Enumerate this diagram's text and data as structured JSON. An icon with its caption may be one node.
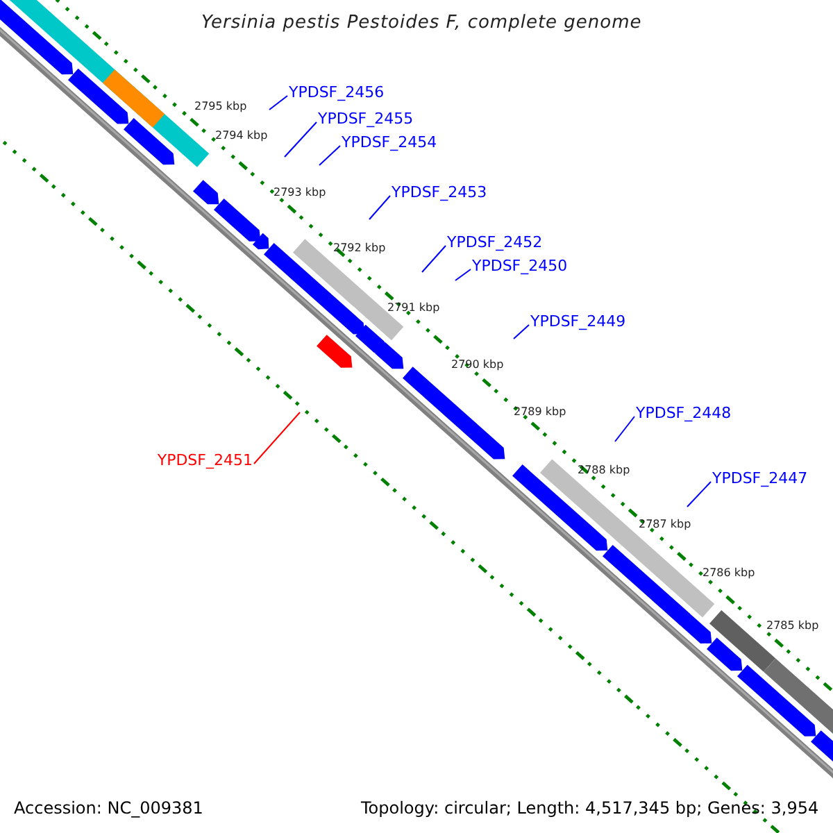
{
  "diagram": {
    "title": "Yersinia pestis Pestoides F, complete genome",
    "nodes": [
      {
        "text": [
          "YPDSF_2456"
        ]
      },
      {
        "text": [
          "YPDSF_2455"
        ]
      },
      {
        "text": [
          "YPDSF_2454"
        ]
      },
      {
        "text": [
          "YPDSF_2453"
        ]
      },
      {
        "text": [
          "YPDSF_2452"
        ]
      },
      {
        "text": [
          "YPDSF_2450"
        ]
      },
      {
        "text": [
          "YPDSF_2449"
        ]
      },
      {
        "text": [
          "YPDSF_2448"
        ]
      },
      {
        "text": [
          "YPDSF_2447"
        ]
      },
      {
        "text": [
          "YPDSF_2451"
        ]
      }
    ],
    "edges": [
      {
        "from": 0,
        "to": null,
        "arrow": "none"
      },
      {
        "from": 1,
        "to": null,
        "arrow": "none"
      },
      {
        "from": 2,
        "to": null,
        "arrow": "none"
      },
      {
        "from": 3,
        "to": null,
        "arrow": "none"
      },
      {
        "from": 4,
        "to": null,
        "arrow": "none"
      },
      {
        "from": 5,
        "to": null,
        "arrow": "none"
      },
      {
        "from": 6,
        "to": null,
        "arrow": "none"
      },
      {
        "from": 7,
        "to": null,
        "arrow": "none"
      },
      {
        "from": 8,
        "to": null,
        "arrow": "none"
      },
      {
        "from": 9,
        "to": null,
        "arrow": "none",
        "color": "#ff0000"
      }
    ],
    "labels": [
      "2795 kbp",
      "2794 kbp",
      "2793 kbp",
      "2792 kbp",
      "2791 kbp",
      "2790 kbp",
      "2789 kbp",
      "2788 kbp",
      "2787 kbp",
      "2786 kbp",
      "2785 kbp",
      "Accession: NC_009381",
      "Topology: circular; Length: 4,517,345 bp; Genes: 3,954"
    ]
  }
}
